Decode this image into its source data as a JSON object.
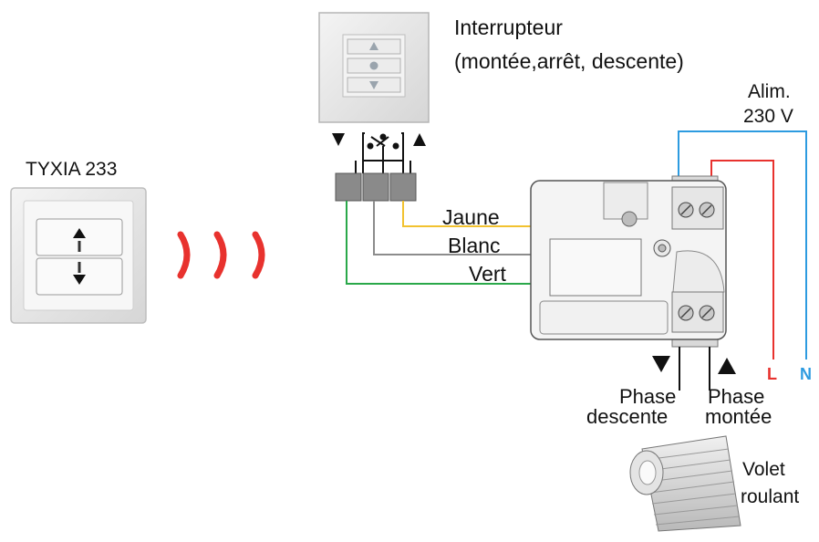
{
  "remote": {
    "title": "TYXIA 233"
  },
  "switch": {
    "title_line1": "Interrupteur",
    "title_line2": "(montée,arrêt, descente)"
  },
  "power": {
    "line1": "Alim.",
    "line2": "230 V",
    "live": "L",
    "neutral": "N"
  },
  "wires": {
    "yellow": "Jaune",
    "white": "Blanc",
    "green": "Vert"
  },
  "outputs": {
    "down_line1": "Phase",
    "down_line2": "descente",
    "up_line1": "Phase",
    "up_line2": "montée"
  },
  "shutter": {
    "line1": "Volet",
    "line2": "roulant"
  },
  "colors": {
    "signal": "#e8322e",
    "live": "#e8322e",
    "neutral": "#2d9be0",
    "yellow_wire": "#f2c230",
    "white_wire": "#8c8c8c",
    "green_wire": "#2aa84a"
  }
}
